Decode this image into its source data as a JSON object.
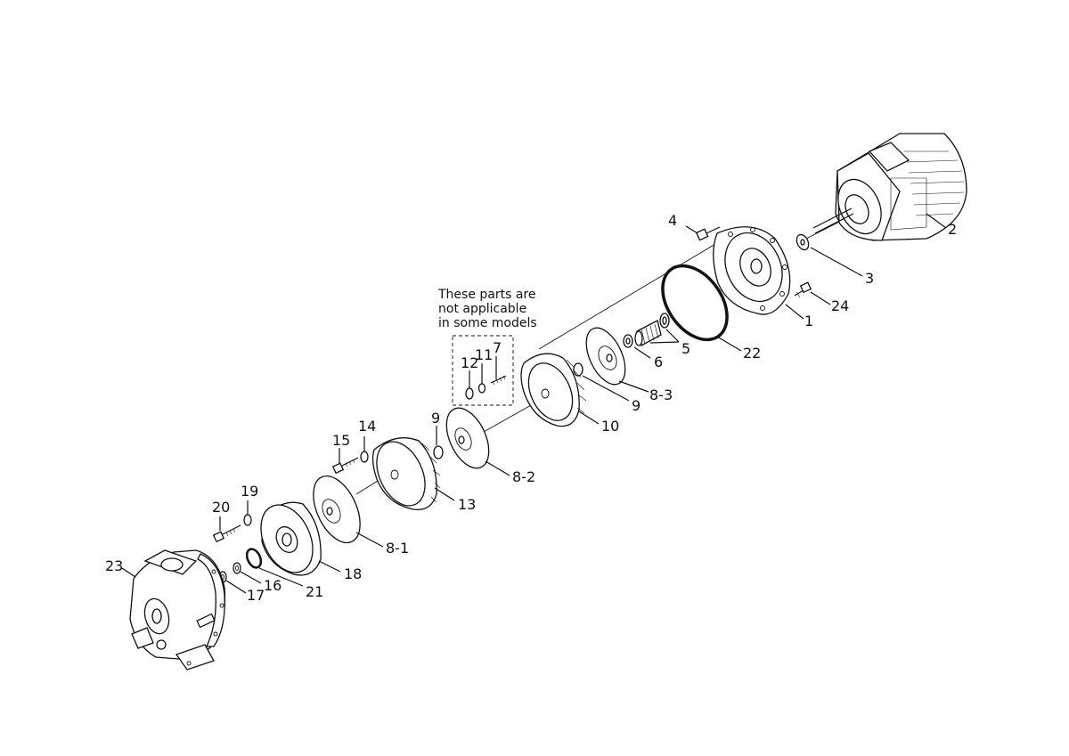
{
  "note": {
    "line1": "These parts are",
    "line2": "not applicable",
    "line3": "in some models"
  },
  "callouts": [
    {
      "id": "1",
      "text": "1"
    },
    {
      "id": "2",
      "text": "2"
    },
    {
      "id": "3",
      "text": "3"
    },
    {
      "id": "4",
      "text": "4"
    },
    {
      "id": "5",
      "text": "5"
    },
    {
      "id": "6",
      "text": "6"
    },
    {
      "id": "7",
      "text": "7"
    },
    {
      "id": "8-3",
      "text": "8-3"
    },
    {
      "id": "9a",
      "text": "9"
    },
    {
      "id": "9b",
      "text": "9"
    },
    {
      "id": "10",
      "text": "10"
    },
    {
      "id": "11",
      "text": "11"
    },
    {
      "id": "12",
      "text": "12"
    },
    {
      "id": "8-2",
      "text": "8-2"
    },
    {
      "id": "13",
      "text": "13"
    },
    {
      "id": "14",
      "text": "14"
    },
    {
      "id": "15",
      "text": "15"
    },
    {
      "id": "8-1",
      "text": "8-1"
    },
    {
      "id": "16",
      "text": "16"
    },
    {
      "id": "17",
      "text": "17"
    },
    {
      "id": "18",
      "text": "18"
    },
    {
      "id": "19",
      "text": "19"
    },
    {
      "id": "20",
      "text": "20"
    },
    {
      "id": "21",
      "text": "21"
    },
    {
      "id": "22",
      "text": "22"
    },
    {
      "id": "23",
      "text": "23"
    },
    {
      "id": "24",
      "text": "24"
    }
  ]
}
